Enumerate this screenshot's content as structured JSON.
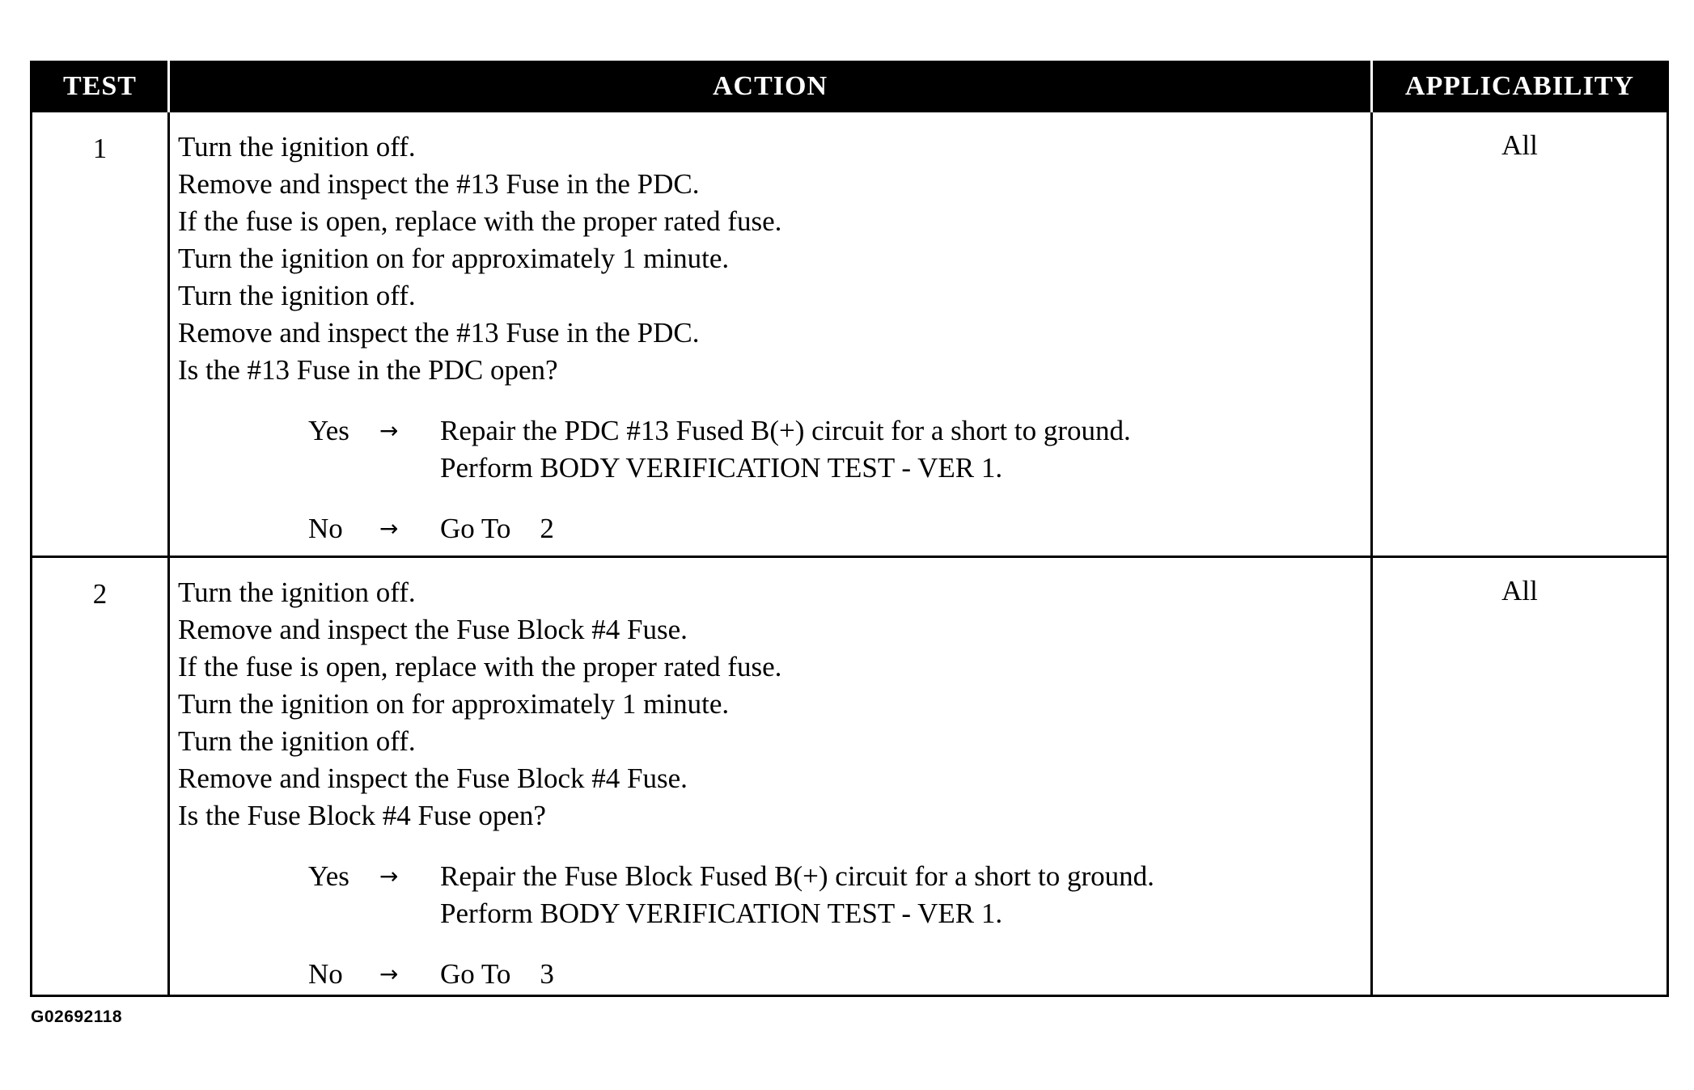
{
  "table": {
    "headers": {
      "test": "TEST",
      "action": "ACTION",
      "applicability": "APPLICABILITY"
    },
    "rows": [
      {
        "test": "1",
        "steps": [
          "Turn the ignition off.",
          "Remove and inspect the #13 Fuse in the PDC.",
          "If the fuse is open, replace with the proper rated fuse.",
          "Turn the ignition on for approximately 1 minute.",
          "Turn the ignition off.",
          "Remove and inspect the #13 Fuse in the PDC.",
          "Is the #13 Fuse in the PDC open?"
        ],
        "yes": {
          "label": "Yes",
          "arrow": "→",
          "lines": [
            "Repair the PDC #13 Fused B(+) circuit for a short to ground.",
            "Perform BODY VERIFICATION TEST - VER 1."
          ]
        },
        "no": {
          "label": "No",
          "arrow": "→",
          "goto_text": "Go To",
          "goto_number": "2"
        },
        "applicability": "All"
      },
      {
        "test": "2",
        "steps": [
          "Turn the ignition off.",
          "Remove and inspect the Fuse Block #4 Fuse.",
          "If the fuse is open, replace with the proper rated fuse.",
          "Turn the ignition on for approximately 1 minute.",
          "Turn the ignition off.",
          "Remove and inspect the Fuse Block #4 Fuse.",
          "Is the Fuse Block #4 Fuse open?"
        ],
        "yes": {
          "label": "Yes",
          "arrow": "→",
          "lines": [
            "Repair the Fuse Block Fused B(+) circuit for a short to ground.",
            "Perform BODY VERIFICATION TEST - VER 1."
          ]
        },
        "no": {
          "label": "No",
          "arrow": "→",
          "goto_text": "Go To",
          "goto_number": "3"
        },
        "applicability": "All"
      }
    ]
  },
  "figure_id": "G02692118"
}
